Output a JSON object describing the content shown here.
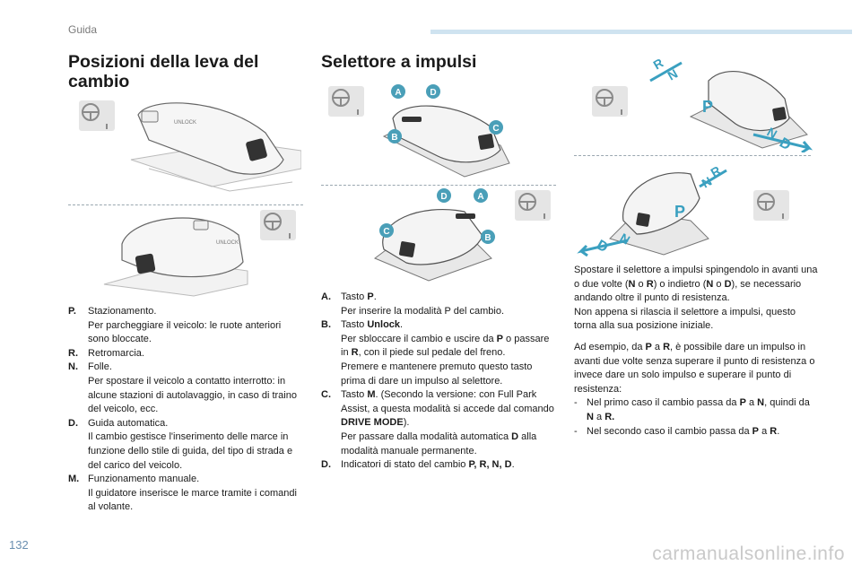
{
  "header": {
    "section": "Guida"
  },
  "left": {
    "title": "Posizioni della leva del cambio",
    "items": [
      {
        "key": "P.",
        "lines": [
          "Stazionamento.",
          "Per parcheggiare il veicolo: le ruote anteriori sono bloccate."
        ]
      },
      {
        "key": "R.",
        "lines": [
          "Retromarcia."
        ]
      },
      {
        "key": "N.",
        "lines": [
          "Folle.",
          "Per spostare il veicolo a contatto interrotto: in alcune stazioni di autolavaggio, in caso di traino del veicolo, ecc."
        ]
      },
      {
        "key": "D.",
        "lines": [
          "Guida automatica.",
          "Il cambio gestisce l'inserimento delle marce in funzione dello stile di guida, del tipo di strada e del carico del veicolo."
        ]
      },
      {
        "key": "M.",
        "lines": [
          "Funzionamento manuale.",
          "Il guidatore inserisce le marce tramite i comandi al volante."
        ]
      }
    ]
  },
  "middle": {
    "title": "Selettore a impulsi",
    "item_a": {
      "key": "A.",
      "l1_pre": "Tasto ",
      "l1_bold": "P",
      "l1_post": ".",
      "l2": "Per inserire la modalità P del cambio."
    },
    "item_b": {
      "key": "B.",
      "l1_pre": "Tasto ",
      "l1_bold": "Unlock",
      "l1_post": ".",
      "l2_pre": "Per sbloccare il cambio e uscire da ",
      "l2_b1": "P",
      "l2_mid": " o passare in ",
      "l2_b2": "R",
      "l2_post": ", con il piede sul pedale del freno.",
      "l3": "Premere e mantenere premuto questo tasto prima di dare un impulso al selettore."
    },
    "item_c": {
      "key": "C.",
      "l1_pre": "Tasto ",
      "l1_bold": "M",
      "l1_post": ". (Secondo la versione: con Full Park Assist, a questa modalità si accede dal comando ",
      "l1_bold2": "DRIVE MODE",
      "l1_post2": ").",
      "l2_pre": "Per passare dalla modalità automatica ",
      "l2_bold": "D",
      "l2_post": " alla modalità manuale permanente."
    },
    "item_d": {
      "key": "D.",
      "l1_pre": "Indicatori di stato del cambio ",
      "l1_bold": "P, R, N, D",
      "l1_post": "."
    },
    "badges": [
      "A",
      "D",
      "C",
      "B"
    ]
  },
  "right": {
    "p1_a": "Spostare il selettore a impulsi spingendolo in avanti una o due volte (",
    "p1_b1": "N",
    "p1_c": " o ",
    "p1_b2": "R",
    "p1_d": ") o indietro (",
    "p1_b3": "N",
    "p1_e": " o ",
    "p1_b4": "D",
    "p1_f": "), se necessario andando oltre il punto di resistenza.",
    "p2": "Non appena si rilascia il selettore a impulsi, questo torna alla sua posizione iniziale.",
    "p3_a": "Ad esempio, da ",
    "p3_b1": "P",
    "p3_c": " a ",
    "p3_b2": "R",
    "p3_d": ", è possibile dare un impulso in avanti due volte senza superare il punto di resistenza o invece dare un solo impulso e superare il punto di resistenza:",
    "bul1_a": "Nel primo caso il cambio passa da ",
    "bul1_b1": "P",
    "bul1_c": " a ",
    "bul1_b2": "N",
    "bul1_d": ", quindi da ",
    "bul1_b3": "N",
    "bul1_e": " a ",
    "bul1_b4": "R.",
    "bul2_a": "Nel secondo caso il cambio passa da ",
    "bul2_b1": "P",
    "bul2_c": " a ",
    "bul2_b2": "R",
    "bul2_d": ".",
    "gear_labels": [
      "R",
      "N",
      "P",
      "N",
      "D",
      "R",
      "N",
      "P",
      "N",
      "D"
    ]
  },
  "footer": {
    "page": "132",
    "watermark": "carmanualsonline.info"
  },
  "colors": {
    "accent": "#3a8fb0",
    "badge": "#4a9fb8",
    "arrow": "#3aa0c0"
  }
}
